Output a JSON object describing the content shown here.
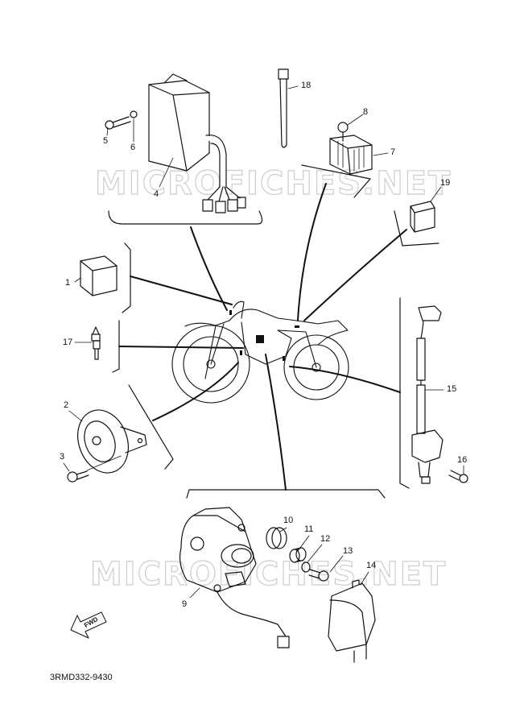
{
  "diagram_code": "3RMD332-9430",
  "watermark": "MICROFICHES.NET",
  "fwd_label": "FWD",
  "callouts": {
    "c1": "1",
    "c2": "2",
    "c3": "3",
    "c4": "4",
    "c5": "5",
    "c6": "6",
    "c7": "7",
    "c8": "8",
    "c9": "9",
    "c10": "10",
    "c11": "11",
    "c12": "12",
    "c13": "13",
    "c14": "14",
    "c15": "15",
    "c16": "16",
    "c17": "17",
    "c18": "18",
    "c19": "19"
  }
}
